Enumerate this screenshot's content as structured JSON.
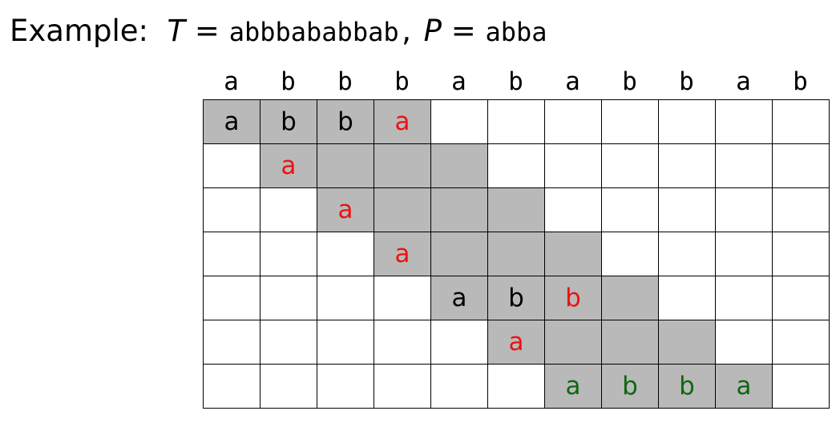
{
  "title": {
    "prefix": "Example:",
    "t_symbol": "T",
    "eq": "=",
    "t_value": "abbbababbab,",
    "p_symbol": "P",
    "p_value": "abba"
  },
  "text": [
    "a",
    "b",
    "b",
    "b",
    "a",
    "b",
    "a",
    "b",
    "b",
    "a",
    "b"
  ],
  "colors": {
    "shade": "#b9b9b9",
    "match": "#000000",
    "mismatch": "#ee1111",
    "found": "#116611"
  },
  "rows": [
    {
      "shade": [
        0,
        1,
        2,
        3
      ],
      "chars": [
        {
          "col": 0,
          "ch": "a",
          "color": "black"
        },
        {
          "col": 1,
          "ch": "b",
          "color": "black"
        },
        {
          "col": 2,
          "ch": "b",
          "color": "black"
        },
        {
          "col": 3,
          "ch": "a",
          "color": "red"
        }
      ]
    },
    {
      "shade": [
        1,
        2,
        3,
        4
      ],
      "chars": [
        {
          "col": 1,
          "ch": "a",
          "color": "red"
        }
      ]
    },
    {
      "shade": [
        2,
        3,
        4,
        5
      ],
      "chars": [
        {
          "col": 2,
          "ch": "a",
          "color": "red"
        }
      ]
    },
    {
      "shade": [
        3,
        4,
        5,
        6
      ],
      "chars": [
        {
          "col": 3,
          "ch": "a",
          "color": "red"
        }
      ]
    },
    {
      "shade": [
        4,
        5,
        6,
        7
      ],
      "chars": [
        {
          "col": 4,
          "ch": "a",
          "color": "black"
        },
        {
          "col": 5,
          "ch": "b",
          "color": "black"
        },
        {
          "col": 6,
          "ch": "b",
          "color": "red"
        }
      ]
    },
    {
      "shade": [
        5,
        6,
        7,
        8
      ],
      "chars": [
        {
          "col": 5,
          "ch": "a",
          "color": "red"
        }
      ]
    },
    {
      "shade": [
        6,
        7,
        8,
        9
      ],
      "chars": [
        {
          "col": 6,
          "ch": "a",
          "color": "green"
        },
        {
          "col": 7,
          "ch": "b",
          "color": "green"
        },
        {
          "col": 8,
          "ch": "b",
          "color": "green"
        },
        {
          "col": 9,
          "ch": "a",
          "color": "green"
        }
      ]
    }
  ]
}
